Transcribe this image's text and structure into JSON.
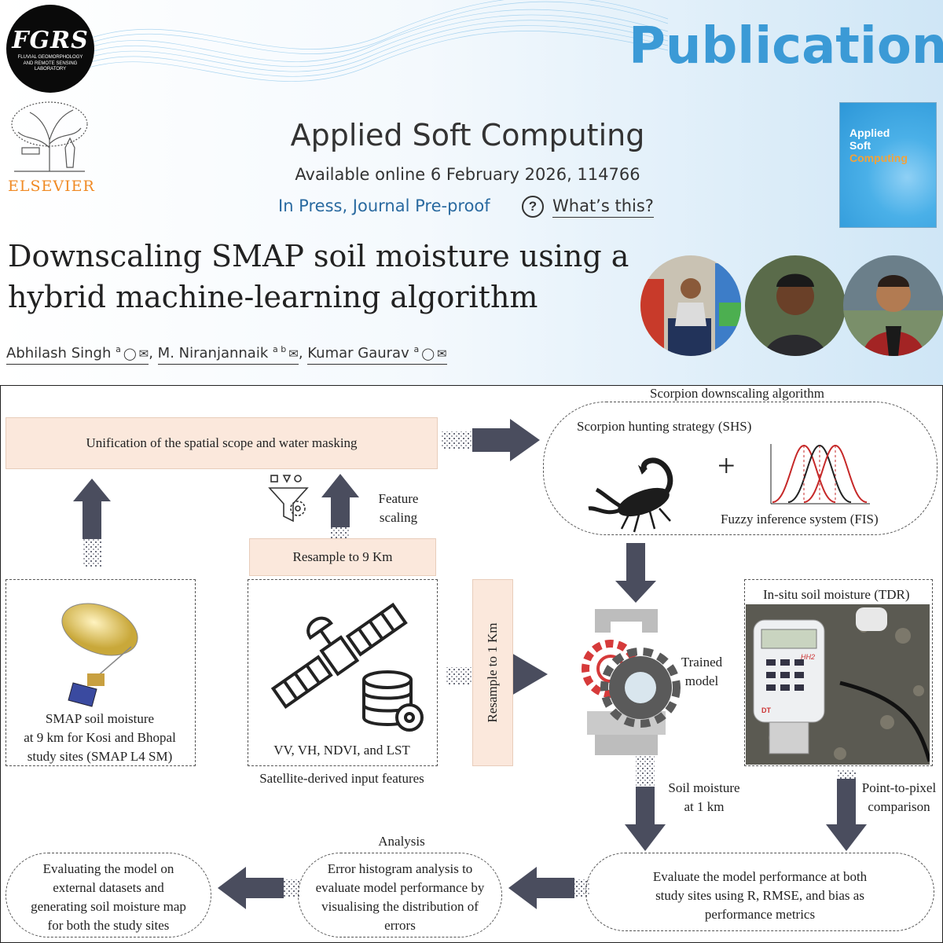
{
  "header": {
    "logo": {
      "abbr": "FGRS",
      "full_name": "FLUVIAL GEOMORPHOLOGY AND REMOTE SENSING LABORATORY"
    },
    "section_title": "Publication",
    "publisher": "ELSEVIER",
    "journal": "Applied Soft Computing",
    "availability": "Available online 6 February 2026, 114766",
    "status": "In Press, Journal Pre-proof",
    "help_link": "What’s this?",
    "cover": {
      "line1": "Applied",
      "line2": "Soft",
      "line3": "Computing"
    },
    "paper_title": "Downscaling SMAP soil moisture using a hybrid machine-learning algorithm",
    "authors": [
      {
        "name": "Abhilash Singh",
        "affil": "a"
      },
      {
        "name": "M. Niranjannaik",
        "affil": "a b"
      },
      {
        "name": "Kumar Gaurav",
        "affil": "a"
      }
    ]
  },
  "diagram": {
    "unification": "Unification of  the spatial scope and water masking",
    "feature_scaling": {
      "line1": "Feature",
      "line2": "scaling"
    },
    "resample_9": "Resample to 9 Km",
    "resample_1": "Resample to 1 Km",
    "smap_caption": {
      "line1": "SMAP  soil moisture",
      "line2": "at 9 km for Kosi and Bhopal",
      "line3": "study sites (SMAP L4 SM)"
    },
    "features_caption": "VV, VH, NDVI, and LST",
    "features_title": "Satellite-derived input features",
    "scorpion_title": "Scorpion downscaling algorithm",
    "shs": "Scorpion hunting strategy (SHS)",
    "fis": "Fuzzy inference system (FIS)",
    "plus": "+",
    "trained_model": {
      "line1": "Trained",
      "line2": "model"
    },
    "insitu_title": "In-situ soil moisture (TDR)",
    "soil_1km": {
      "line1": "Soil moisture",
      "line2": "at 1 km"
    },
    "point_pixel": {
      "line1": "Point-to-pixel",
      "line2": "comparison"
    },
    "analysis_title": "Analysis",
    "evaluate_box": {
      "line1": "Evaluate the model performance at both",
      "line2": "study sites using R, RMSE, and bias as",
      "line3": "performance metrics"
    },
    "error_box": {
      "line1": "Error histogram analysis  to",
      "line2": "evaluate model performance by",
      "line3": "visualising the distribution of",
      "line4": "errors"
    },
    "external_box": {
      "line1": "Evaluating the model on",
      "line2": "external datasets and",
      "line3": "generating soil moisture map",
      "line4": "for both the study sites"
    },
    "tdr_device": {
      "model": "HH2",
      "brand": "DT"
    }
  },
  "colors": {
    "publication": "#3b9ad6",
    "arrow": "#4a4d5e",
    "peach": "#fbe8dc",
    "gear_red": "#d63a3a"
  }
}
